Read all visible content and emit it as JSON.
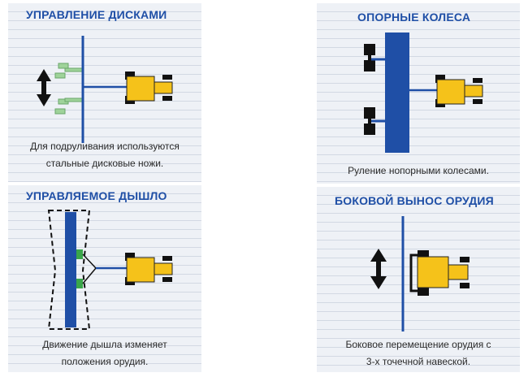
{
  "panels": {
    "disk_steering": {
      "title": "УПРАВЛЕНИЕ ДИСКАМИ",
      "caption_line1": "Для подруливания используются",
      "caption_line2": "стальные дисковые ножи."
    },
    "steered_drawbar": {
      "title": "УПРАВЛЯЕМОЕ ДЫШЛО",
      "caption_line1": "Движение дышла изменяет",
      "caption_line2": "положения орудия."
    },
    "gauge_wheels": {
      "title": "ОПОРНЫЕ КОЛЕСА",
      "caption_line1": "Руление нопорными колесами."
    },
    "side_shift": {
      "title": "БОКОВОЙ ВЫНОС ОРУДИЯ",
      "caption_line1": "Боковое перемещение орудия с",
      "caption_line2": "3-х точечной навеской."
    }
  },
  "colors": {
    "title": "#1f4fa6",
    "implement": "#1f4fa6",
    "tractor": "#f5c21a",
    "disk": "#9fd39a"
  },
  "icons": [
    "double-arrow-icon",
    "tractor-icon",
    "disk-icon",
    "gauge-wheel-icon"
  ]
}
